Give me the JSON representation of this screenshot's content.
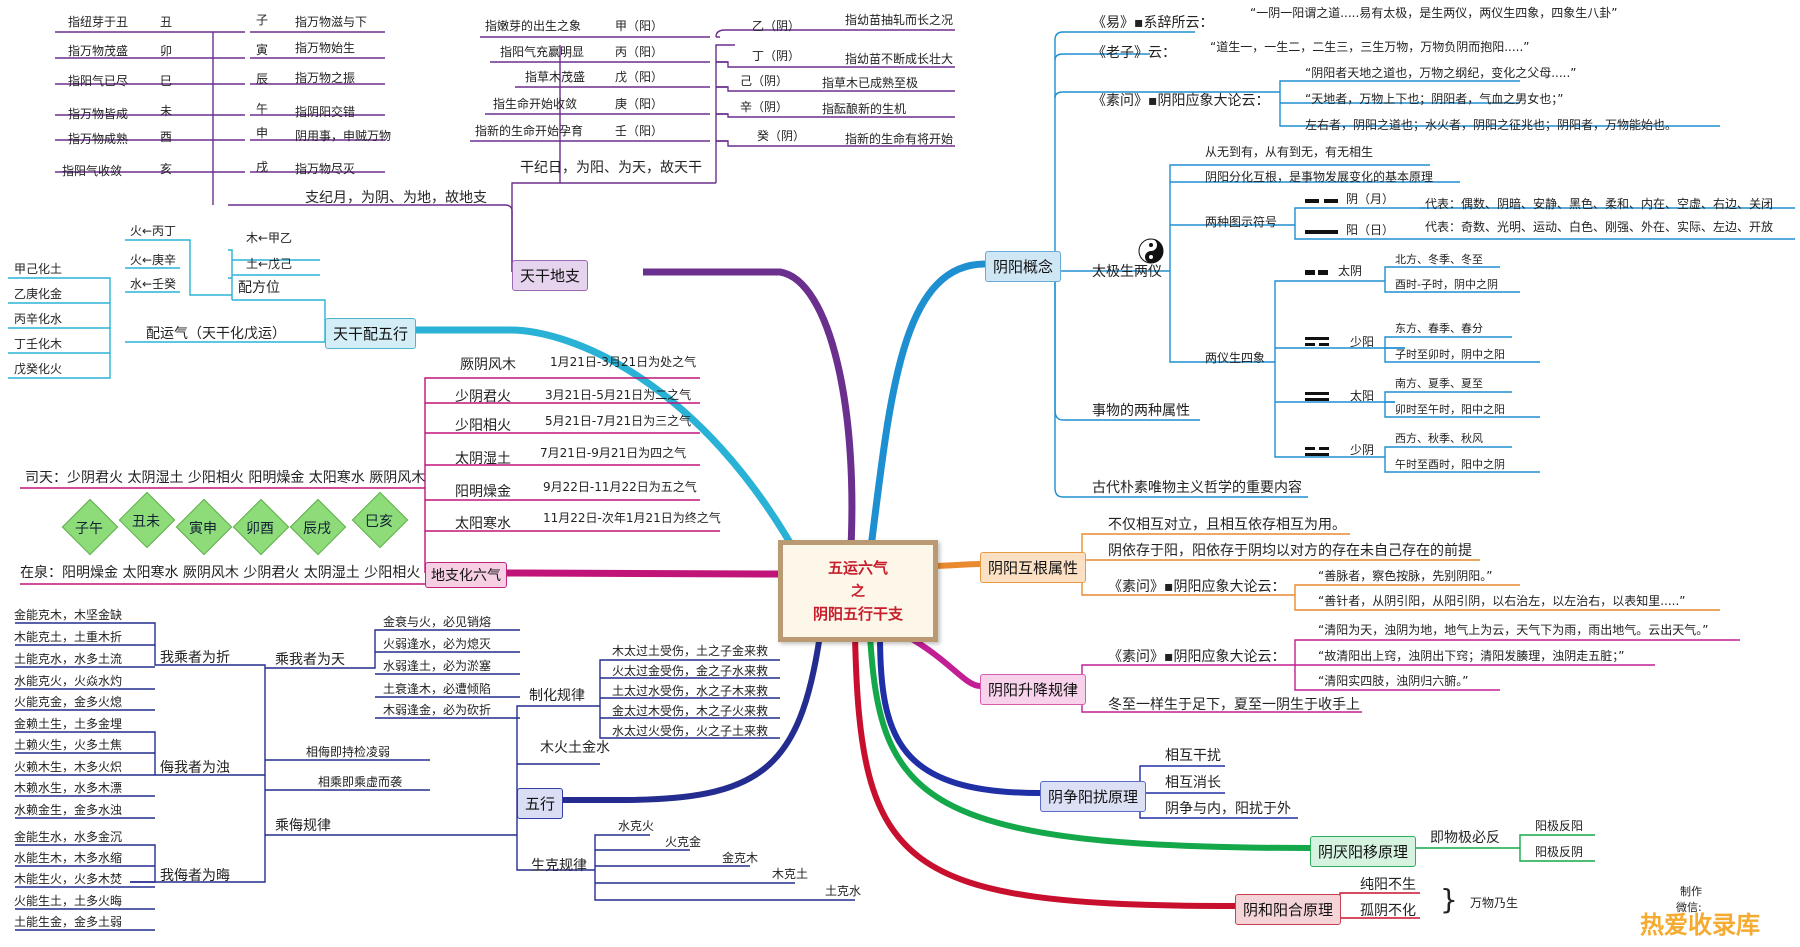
{
  "center": {
    "line1": "五运六气",
    "line2": "之",
    "line3": "阴阳五行干支"
  },
  "yinyang": {
    "title": "阴阳概念",
    "yi": {
      "label": "《易》▪系辞所云：",
      "quote": "“一阴一阳谓之道.....易有太极，是生两仪，两仪生四象，四象生八卦”"
    },
    "laozi": {
      "label": "《老子》云：",
      "quote": "“道生一，一生二，二生三，三生万物，万物负阴而抱阳.....”"
    },
    "suwen": {
      "label": "《素问》▪阴阳应象大论云：",
      "q1": "“阴阳者天地之道也，万物之纲纪，变化之父母.....”",
      "q2": "“天地者，万物上下也；阴阳者，气血之男女也；”",
      "q3": "左右者，阴阳之道也；水火者，阴阳之征兆也；阴阳者，万物能始也。"
    },
    "taiji": {
      "label": "太极生两仪",
      "n1": "从无到有，从有到无，有无相生",
      "n2": "阴阳分化互根，是事物发展变化的基本原理",
      "sym_label": "两种图示符号",
      "yin_name": "阴（月）",
      "yin_desc": "代表：偶数、阴暗、安静、黑色、柔和、内在、空虚、右边、关闭",
      "yang_name": "阳（日）",
      "yang_desc": "代表：奇数、光明、运动、白色、刚强、外在、实际、左边、开放",
      "sixiang": "两仪生四象",
      "tai_yin": "太阴",
      "tai_yin_1": "北方、冬季、冬至",
      "tai_yin_2": "酉时-子时，阴中之阴",
      "shao_yang": "少阳",
      "shao_yang_1": "东方、春季、春分",
      "shao_yang_2": "子时至卯时，阴中之阳",
      "tai_yang": "太阳",
      "tai_yang_1": "南方、夏季、夏至",
      "tai_yang_2": "卯时至午时，阳中之阳",
      "shao_yin": "少阴",
      "shao_yin_1": "西方、秋季、秋风",
      "shao_yin_2": "午时至酉时，阳中之阴"
    },
    "two_attr": "事物的两种属性",
    "philo": "古代朴素唯物主义哲学的重要内容"
  },
  "hugen": {
    "title": "阴阳互根属性",
    "n1": "不仅相互对立，且相互依存相互为用。",
    "n2": "阴依存于阳，阳依存于阴均以对方的存在未自己存在的前提",
    "suwen": "《素问》▪阴阳应象大论云：",
    "q1": "“善脉者，察色按脉，先别阴阳。”",
    "q2": "“善针者，从阴引阳，从阳引阴，以右治左，以左治右，以表知里.....”"
  },
  "shengjiang": {
    "title": "阴阳升降规律",
    "suwen": "《素问》▪阴阳应象大论云：",
    "q1": "“清阳为天，浊阴为地，地气上为云，天气下为雨，雨出地气。云出天气。”",
    "q2": "“故清阳出上窍，浊阴出下窍；清阳发腠理，浊阴走五脏；”",
    "q3": "“清阳实四肢，浊阴归六腑。”",
    "n": "冬至一样生于足下，夏至一阴生于收手上"
  },
  "zhengrao": {
    "title": "阴争阳扰原理",
    "a": "相互干扰",
    "b": "相互消长",
    "c": "阴争与内，阳扰于外"
  },
  "yanyi": {
    "title": "阴厌阳移原理",
    "a": "即物极必反",
    "b": "阳极反阳",
    "c": "阳极反阴"
  },
  "yinhe": {
    "title": "阴和阳合原理",
    "a": "纯阳不生",
    "b": "孤阴不化",
    "brace": "}",
    "c": "万物乃生"
  },
  "ganzhi": {
    "title": "天干地支",
    "gan_label": "干纪日，为阳、为天，故天干",
    "zhi_label": "支纪月，为阴、为地，故地支",
    "gan": [
      {
        "name": "甲（阳）",
        "desc": "指嫩芽的出生之象"
      },
      {
        "name": "丙（阳）",
        "desc": "指阳气充赢明显"
      },
      {
        "name": "戊（阳）",
        "desc": "指草木茂盛"
      },
      {
        "name": "庚（阳）",
        "desc": "指生命开始收敛"
      },
      {
        "name": "壬（阳）",
        "desc": "指新的生命开始孕育"
      },
      {
        "name": "乙（阴）",
        "desc": "指幼苗抽轧而长之况"
      },
      {
        "name": "丁（阴）",
        "desc": "指幼苗不断成长壮大"
      },
      {
        "name": "己（阴）",
        "desc": "指草木已成熟至极"
      },
      {
        "name": "辛（阴）",
        "desc": "指酝酿新的生机"
      },
      {
        "name": "癸（阴）",
        "desc": "指新的生命有将开始"
      }
    ],
    "zhi": [
      {
        "name": "丑",
        "desc": "指纽芽于丑"
      },
      {
        "name": "卯",
        "desc": "指万物茂盛"
      },
      {
        "name": "巳",
        "desc": "指阳气已尽"
      },
      {
        "name": "未",
        "desc": "指万物皆成"
      },
      {
        "name": "酉",
        "desc": "指万物成熟"
      },
      {
        "name": "亥",
        "desc": "指阳气收敛"
      },
      {
        "name": "子",
        "desc": "指万物滋与下"
      },
      {
        "name": "寅",
        "desc": "指万物始生"
      },
      {
        "name": "辰",
        "desc": "指万物之振"
      },
      {
        "name": "午",
        "desc": "指阴阳交错"
      },
      {
        "name": "申",
        "desc": "阴用事，申贼万物"
      },
      {
        "name": "戌",
        "desc": "指万物尽灭"
      }
    ]
  },
  "gpwx": {
    "title": "天干配五行",
    "fangwei": "配方位",
    "fw_left": [
      "火←丙丁",
      "火←庚辛",
      "水←壬癸"
    ],
    "fw_right": [
      "木←甲乙",
      "土←戊己"
    ],
    "yunqi": "配运气（天干化戊运）",
    "yq": [
      "甲己化土",
      "乙庚化金",
      "丙辛化水",
      "丁壬化木",
      "戊癸化火"
    ]
  },
  "dizhi6": {
    "title": "地支化六气",
    "qi": [
      {
        "name": "厥阴风木",
        "time": "1月21日-3月21日为处之气"
      },
      {
        "name": "少阴君火",
        "time": "3月21日-5月21日为二之气"
      },
      {
        "name": "少阳相火",
        "time": "5月21日-7月21日为三之气"
      },
      {
        "name": "太阴湿土",
        "time": "7月21日-9月21日为四之气"
      },
      {
        "name": "阳明燥金",
        "time": "9月22日-11月22日为五之气"
      },
      {
        "name": "太阳寒水",
        "time": "11月22日-次年1月21日为终之气"
      }
    ],
    "sitian": "司天：少阴君火 太阴湿土 少阳相火 阳明燥金 太阳寒水 厥阴风木",
    "zaiquan": "在泉：阳明燥金 太阳寒水 厥阴风木 少阴君火 太阴湿土 少阳相火",
    "pairs": [
      "子午",
      "丑未",
      "寅申",
      "卯酉",
      "辰戌",
      "巳亥"
    ]
  },
  "wuxing": {
    "title": "五行",
    "zhihua": "制化规律",
    "zh": [
      "木太过土受伤，土之子金来救",
      "火太过金受伤，金之子水来救",
      "土太过水受伤，水之子木来救",
      "金太过木受伤，木之子火来救",
      "水太过火受伤，火之子土来救"
    ],
    "mhtj": "木火土金水",
    "shengke": "生克规律",
    "sk": [
      "水克火",
      "火克金",
      "金克木",
      "木克土",
      "土克水"
    ],
    "chengwu": "乘侮规律",
    "xiangwu": "相侮即持检凌弱",
    "xiangcheng": "相乘即乘虚而袭",
    "wochengzhe": "乘我者为天",
    "wcz": [
      "金衰与火，必见销熔",
      "火弱逢水，必为熄灭",
      "水弱逢土，必为淤塞",
      "土衰逢木，必遭倾陷",
      "木弱逢金，必为砍折"
    ],
    "wochengwei": "我乘者为折",
    "wcw": [
      "金能克木，木坚金缺",
      "木能克土，土重木折",
      "土能克水，水多土流",
      "水能克火，火焱水灼",
      "火能克金，金多火熄"
    ],
    "wuwozhe": "侮我者为浊",
    "wwz": [
      "金赖土生，土多金埋",
      "土赖火生，火多土焦",
      "火赖木生，木多火炽",
      "木赖水生，水多木漂",
      "水赖金生，金多水浊"
    ],
    "wowuzhe": "我侮者为晦",
    "www": [
      "金能生水，水多金沉",
      "水能生木，木多水缩",
      "木能生火，火多木焚",
      "火能生土，土多火晦",
      "土能生金，金多土弱"
    ]
  },
  "footer": {
    "zhizuo": "制作",
    "weixin": "微信:",
    "watermark": "热爱收录库"
  },
  "colors": {
    "yinyang": "#1e8fd1",
    "ganzhi": "#6b2f8e",
    "gpwx": "#2ab2d6",
    "hugen": "#e98a2e",
    "shengjiang": "#c21f95",
    "zhengrao": "#1f2fa5",
    "yanyi": "#14a84a",
    "yinhe": "#c8102e",
    "dizhi6": "#c01478",
    "wuxing": "#242d8f"
  }
}
